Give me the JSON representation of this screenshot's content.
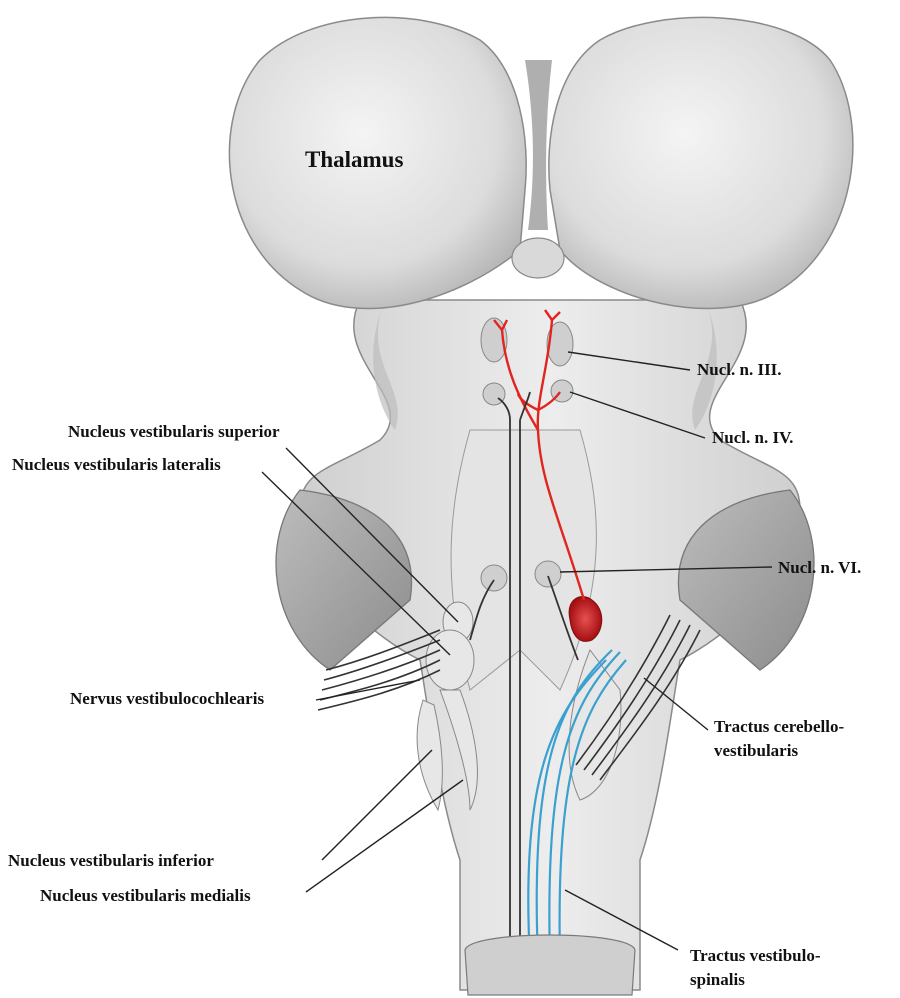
{
  "labels": {
    "thalamus": "Thalamus",
    "nucl_n_iii": "Nucl. n. III.",
    "nucl_n_iv": "Nucl. n. IV.",
    "nucl_n_vi": "Nucl. n. VI.",
    "nucleus_vestibularis_superior": "Nucleus vestibularis superior",
    "nucleus_vestibularis_lateralis": "Nucleus vestibularis lateralis",
    "nervus_vestibulocochlearis": "Nervus vestibulocochlearis",
    "tractus_cerebello_vestibularis_line1": "Tractus cerebello-",
    "tractus_cerebello_vestibularis_line2": "vestibularis",
    "nucleus_vestibularis_inferior": "Nucleus vestibularis inferior",
    "nucleus_vestibularis_medialis": "Nucleus vestibularis medialis",
    "tractus_vestibulospinalis_line1": "Tractus vestibulo-",
    "tractus_vestibulospinalis_line2": "spinalis"
  },
  "colors": {
    "tissue": "#d9d9d9",
    "tissue_light": "#ececec",
    "tissue_dark": "#9a9a9a",
    "oculomotor_tract": "#e0261e",
    "vestibulospinal_tract": "#3aa0d0",
    "nerve_fibers": "#333333",
    "red_nucleus": "#c8181c"
  }
}
